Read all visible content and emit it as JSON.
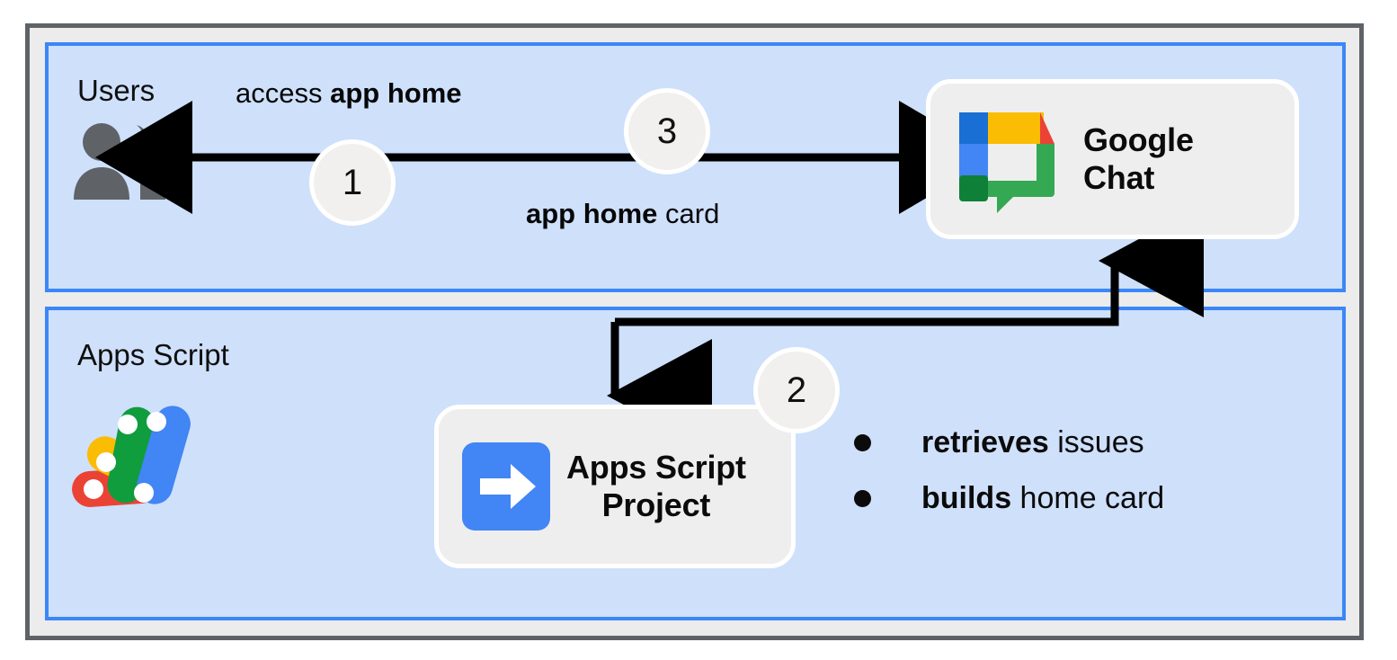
{
  "diagram": {
    "title": "Google Chat app home flow with Apps Script",
    "colors": {
      "frame_border": "#5f6368",
      "frame_fill": "#ececec",
      "zone_border": "#3b87f7",
      "zone_fill": "#cfe0fb",
      "card_fill": "#eeeeee",
      "badge_fill": "#f1f0ee",
      "arrow": "#000000",
      "users_icon": "#5f6368",
      "project_icon_blue": "#4285f4",
      "google_blue": "#1a73e8",
      "google_light_blue": "#4285f4",
      "google_yellow": "#fbbc04",
      "google_red": "#ea4335",
      "google_green": "#34a853",
      "google_dark_green": "#0f8038"
    }
  },
  "zones": [
    {
      "id": "users",
      "label": "Users",
      "icon": "users-icon"
    },
    {
      "id": "apps_script",
      "label": "Apps Script",
      "icon": "apps-script-logo"
    }
  ],
  "cards": [
    {
      "id": "google_chat",
      "title": "Google\nChat",
      "icon": "google-chat-logo"
    },
    {
      "id": "apps_script_project",
      "title": "Apps Script\nProject",
      "icon": "apps-script-project-icon"
    }
  ],
  "edge_labels": {
    "access": {
      "plain": "access ",
      "bold": "app home"
    },
    "card": {
      "bold": "app home",
      "plain": " card"
    }
  },
  "badges": [
    {
      "id": "step-1",
      "number": "1"
    },
    {
      "id": "step-2",
      "number": "2"
    },
    {
      "id": "step-3",
      "number": "3"
    }
  ],
  "bullets": [
    {
      "bold": "retrieves",
      "plain": " issues"
    },
    {
      "bold": "builds",
      "plain": " home card"
    }
  ]
}
